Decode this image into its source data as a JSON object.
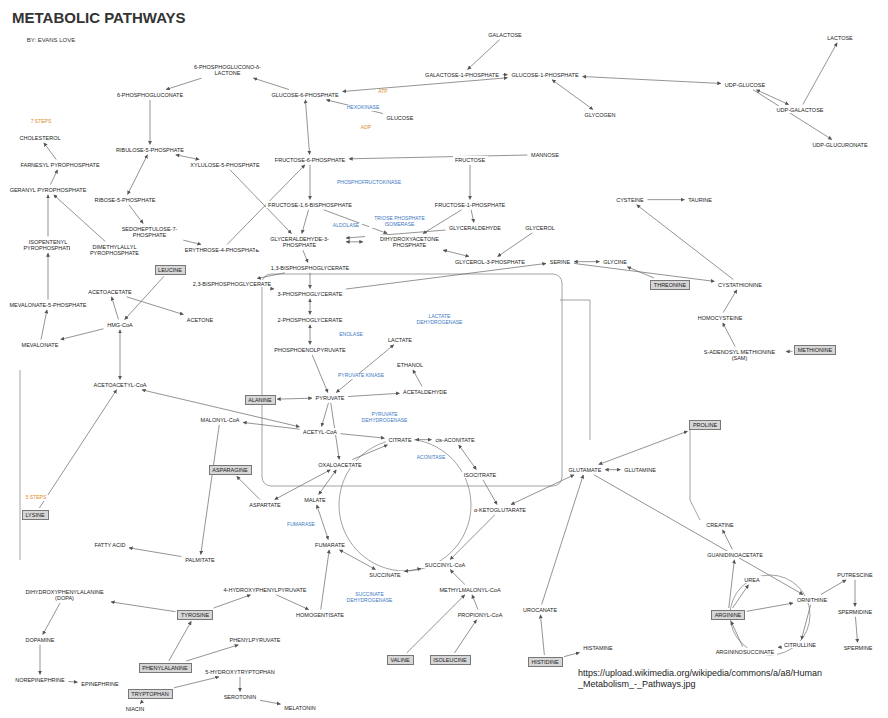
{
  "diagram": {
    "title": "METABOLIC PATHWAYS",
    "caption": "https://upload.wikimedia.org/wikipedia/commons/a/a8/Human _Metabolism_-_Pathways.jpg",
    "nodes": [
      {
        "text": [
          "GLUCOSE"
        ]
      },
      {
        "text": [
          "GLUCOSE-6-PHOSPHATE"
        ]
      },
      {
        "text": [
          "6-PHOSPHOGLUCONO-δ-LACTONE"
        ]
      },
      {
        "text": [
          "6-PHOSPHOGLUCONATE"
        ]
      },
      {
        "text": [
          "RIBULOSE-5-PHOSPHATE"
        ]
      },
      {
        "text": [
          "RIBOSE-5-PHOSPHATE"
        ]
      },
      {
        "text": [
          "XYLULOSE-5-PHOSPHATE"
        ]
      },
      {
        "text": [
          "SEDOHEPTULOSE-7-PHOSPHATE"
        ]
      },
      {
        "text": [
          "ERYTHROSE-4-PHOSPHATE"
        ]
      },
      {
        "text": [
          "FRUCTOSE-6-PHOSPHATE"
        ]
      },
      {
        "text": [
          "FRUCTOSE-1,6-BISPHOSPHATE"
        ]
      },
      {
        "text": [
          "GLYCERALDEHYDE-3-PHOSPHATE"
        ]
      },
      {
        "text": [
          "DIHYDROXYACETONE PHOSPHATE"
        ]
      },
      {
        "text": [
          "1,3-BISPHOSPHOGLYCERATE"
        ]
      },
      {
        "text": [
          "2,3-BISPHOSPHOGLYCERATE"
        ]
      },
      {
        "text": [
          "3-PHOSPHOGLYCERATE"
        ]
      },
      {
        "text": [
          "2-PHOSPHOGLYCERATE"
        ]
      },
      {
        "text": [
          "PHOSPHOENOLPYRUVATE"
        ]
      },
      {
        "text": [
          "PYRUVATE"
        ]
      },
      {
        "text": [
          "LACTATE"
        ]
      },
      {
        "text": [
          "ETHANOL"
        ]
      },
      {
        "text": [
          "ACETALDEHYDE"
        ]
      },
      {
        "text": [
          "ACETYL-CoA"
        ]
      },
      {
        "text": [
          "OXALOACETATE"
        ]
      },
      {
        "text": [
          "CITRATE"
        ]
      },
      {
        "text": [
          "cis-ACONITATE"
        ]
      },
      {
        "text": [
          "ISOCITRATE"
        ]
      },
      {
        "text": [
          "α-KETOGLUTARATE"
        ]
      },
      {
        "text": [
          "SUCCINYL-CoA"
        ]
      },
      {
        "text": [
          "SUCCINATE"
        ]
      },
      {
        "text": [
          "FUMARATE"
        ]
      },
      {
        "text": [
          "MALATE"
        ]
      },
      {
        "text": [
          "GALACTOSE"
        ]
      },
      {
        "text": [
          "GALACTOSE-1-PHOSPHATE"
        ]
      },
      {
        "text": [
          "GLUCOSE-1-PHOSPHATE"
        ]
      },
      {
        "text": [
          "UDP-GLUCOSE"
        ]
      },
      {
        "text": [
          "UDP-GALACTOSE"
        ]
      },
      {
        "text": [
          "LACTOSE"
        ]
      },
      {
        "text": [
          "UDP-GLUCURONATE"
        ]
      },
      {
        "text": [
          "GLYCOGEN"
        ]
      },
      {
        "text": [
          "FRUCTOSE"
        ]
      },
      {
        "text": [
          "MANNOSE"
        ]
      },
      {
        "text": [
          "FRUCTOSE-1-PHOSPHATE"
        ]
      },
      {
        "text": [
          "GLYCERALDEHYDE"
        ]
      },
      {
        "text": [
          "GLYCEROL"
        ]
      },
      {
        "text": [
          "GLYCEROL-3-PHOSPHATE"
        ]
      },
      {
        "text": [
          "SERINE"
        ]
      },
      {
        "text": [
          "GLYCINE"
        ]
      },
      {
        "text": [
          "CYSTEINE"
        ]
      },
      {
        "text": [
          "TAURINE"
        ]
      },
      {
        "text": [
          "THREONINE"
        ]
      },
      {
        "text": [
          "CYSTATHIONINE"
        ]
      },
      {
        "text": [
          "HOMOCYSTEINE"
        ]
      },
      {
        "text": [
          "S-ADENOSYL METHIONINE (SAM)"
        ]
      },
      {
        "text": [
          "METHIONINE"
        ]
      },
      {
        "text": [
          "ALANINE"
        ]
      },
      {
        "text": [
          "ASPARAGINE"
        ]
      },
      {
        "text": [
          "ASPARTATE"
        ]
      },
      {
        "text": [
          "MALONYL-CoA"
        ]
      },
      {
        "text": [
          "ACETOACETYL-CoA"
        ]
      },
      {
        "text": [
          "HMG-CoA"
        ]
      },
      {
        "text": [
          "ACETOACETATE"
        ]
      },
      {
        "text": [
          "ACETONE"
        ]
      },
      {
        "text": [
          "LEUCINE"
        ]
      },
      {
        "text": [
          "MEVALONATE"
        ]
      },
      {
        "text": [
          "MEVALONATE-5-PHOSPHATE"
        ]
      },
      {
        "text": [
          "ISOPENTENYL PYROPHOSPHATE"
        ]
      },
      {
        "text": [
          "DIMETHYLALLYL PYROPHOSPHATE"
        ]
      },
      {
        "text": [
          "GERANYL PYROPHOSPHATE"
        ]
      },
      {
        "text": [
          "FARNESYL PYROPHOSPHATE"
        ]
      },
      {
        "text": [
          "CHOLESTEROL"
        ]
      },
      {
        "text": [
          "FATTY ACID"
        ]
      },
      {
        "text": [
          "PALMITATE"
        ]
      },
      {
        "text": [
          "LYSINE"
        ]
      },
      {
        "text": [
          "PHENYLALANINE"
        ]
      },
      {
        "text": [
          "TYROSINE"
        ]
      },
      {
        "text": [
          "4-HYDROXYPHENYLPYRUVATE"
        ]
      },
      {
        "text": [
          "HOMOGENTISATE"
        ]
      },
      {
        "text": [
          "PHENYLPYRUVATE"
        ]
      },
      {
        "text": [
          "DIHYDROXYPHENYLALANINE (DOPA)"
        ]
      },
      {
        "text": [
          "DOPAMINE"
        ]
      },
      {
        "text": [
          "NOREPINEPHRINE"
        ]
      },
      {
        "text": [
          "EPINEPHRINE"
        ]
      },
      {
        "text": [
          "TRYPTOPHAN"
        ]
      },
      {
        "text": [
          "5-HYDROXYTRYPTOPHAN"
        ]
      },
      {
        "text": [
          "SEROTONIN"
        ]
      },
      {
        "text": [
          "MELATONIN"
        ]
      },
      {
        "text": [
          "NIACIN"
        ]
      },
      {
        "text": [
          "VALINE"
        ]
      },
      {
        "text": [
          "ISOLEUCINE"
        ]
      },
      {
        "text": [
          "PROPIONYL-CoA"
        ]
      },
      {
        "text": [
          "METHYLMALONYL-CoA"
        ]
      },
      {
        "text": [
          "HISTIDINE"
        ]
      },
      {
        "text": [
          "UROCANATE"
        ]
      },
      {
        "text": [
          "HISTAMINE"
        ]
      },
      {
        "text": [
          "GLUTAMATE"
        ]
      },
      {
        "text": [
          "GLUTAMINE"
        ]
      },
      {
        "text": [
          "PROLINE"
        ]
      },
      {
        "text": [
          "ORNITHINE"
        ]
      },
      {
        "text": [
          "CITRULLINE"
        ]
      },
      {
        "text": [
          "ARGININOSUCCINATE"
        ]
      },
      {
        "text": [
          "ARGININE"
        ]
      },
      {
        "text": [
          "UREA"
        ]
      },
      {
        "text": [
          "PUTRESCINE"
        ]
      },
      {
        "text": [
          "SPERMIDINE"
        ]
      },
      {
        "text": [
          "SPERMINE"
        ]
      },
      {
        "text": [
          "CREATINE"
        ]
      },
      {
        "text": [
          "GUANIDINOACETATE"
        ]
      }
    ],
    "edges": [
      {
        "from": 0,
        "to": 1,
        "arrow": "to"
      },
      {
        "from": 1,
        "to": 9,
        "arrow": "both"
      },
      {
        "from": 9,
        "to": 10,
        "arrow": "to"
      },
      {
        "from": 10,
        "to": 11,
        "arrow": "to"
      },
      {
        "from": 10,
        "to": 12,
        "arrow": "to"
      },
      {
        "from": 12,
        "to": 11,
        "arrow": "both"
      },
      {
        "from": 11,
        "to": 13,
        "arrow": "to"
      },
      {
        "from": 13,
        "to": 15,
        "arrow": "to"
      },
      {
        "from": 13,
        "to": 14,
        "arrow": "to"
      },
      {
        "from": 14,
        "to": 15,
        "arrow": "to"
      },
      {
        "from": 15,
        "to": 16,
        "arrow": "both"
      },
      {
        "from": 16,
        "to": 17,
        "arrow": "both"
      },
      {
        "from": 17,
        "to": 18,
        "arrow": "to"
      },
      {
        "from": 18,
        "to": 19,
        "arrow": "both"
      },
      {
        "from": 18,
        "to": 21,
        "arrow": "to"
      },
      {
        "from": 21,
        "to": 20,
        "arrow": "to"
      },
      {
        "from": 18,
        "to": 22,
        "arrow": "to"
      },
      {
        "from": 18,
        "to": 23,
        "arrow": "to"
      },
      {
        "from": 18,
        "to": 55,
        "arrow": "both"
      },
      {
        "from": 1,
        "to": 2,
        "arrow": "to"
      },
      {
        "from": 2,
        "to": 3,
        "arrow": "to"
      },
      {
        "from": 3,
        "to": 4,
        "arrow": "to"
      },
      {
        "from": 4,
        "to": 5,
        "arrow": "both"
      },
      {
        "from": 4,
        "to": 6,
        "arrow": "both"
      },
      {
        "from": 5,
        "to": 7,
        "arrow": "to"
      },
      {
        "from": 7,
        "to": 8,
        "arrow": "to"
      },
      {
        "from": 8,
        "to": 9,
        "arrow": "to"
      },
      {
        "from": 6,
        "to": 11,
        "arrow": "to"
      },
      {
        "from": 22,
        "to": 24,
        "arrow": "to"
      },
      {
        "from": 23,
        "to": 24,
        "arrow": "to"
      },
      {
        "from": 24,
        "to": 25,
        "arrow": "both"
      },
      {
        "from": 25,
        "to": 26,
        "arrow": "both"
      },
      {
        "from": 26,
        "to": 27,
        "arrow": "to"
      },
      {
        "from": 27,
        "to": 28,
        "arrow": "to"
      },
      {
        "from": 28,
        "to": 29,
        "arrow": "both"
      },
      {
        "from": 29,
        "to": 30,
        "arrow": "both"
      },
      {
        "from": 30,
        "to": 31,
        "arrow": "both"
      },
      {
        "from": 31,
        "to": 23,
        "arrow": "both"
      },
      {
        "from": 23,
        "to": 57,
        "arrow": "both"
      },
      {
        "from": 57,
        "to": 56,
        "arrow": "to"
      },
      {
        "from": 27,
        "to": 95,
        "arrow": "both"
      },
      {
        "from": 95,
        "to": 96,
        "arrow": "both"
      },
      {
        "from": 95,
        "to": 97,
        "arrow": "both"
      },
      {
        "from": 32,
        "to": 33,
        "arrow": "to"
      },
      {
        "from": 33,
        "to": 34,
        "arrow": "to"
      },
      {
        "from": 34,
        "to": 1,
        "arrow": "both"
      },
      {
        "from": 34,
        "to": 39,
        "arrow": "both"
      },
      {
        "from": 34,
        "to": 35,
        "arrow": "both"
      },
      {
        "from": 35,
        "to": 36,
        "arrow": "both"
      },
      {
        "from": 36,
        "to": 37,
        "arrow": "to"
      },
      {
        "from": 35,
        "to": 38,
        "arrow": "to"
      },
      {
        "from": 40,
        "to": 42,
        "arrow": "to"
      },
      {
        "from": 42,
        "to": 43,
        "arrow": "to"
      },
      {
        "from": 42,
        "to": 12,
        "arrow": "to"
      },
      {
        "from": 43,
        "to": 11,
        "arrow": "to"
      },
      {
        "from": 44,
        "to": 45,
        "arrow": "to"
      },
      {
        "from": 45,
        "to": 12,
        "arrow": "both"
      },
      {
        "from": 41,
        "to": 9,
        "arrow": "to"
      },
      {
        "from": 15,
        "to": 46,
        "arrow": "to"
      },
      {
        "from": 46,
        "to": 47,
        "arrow": "both"
      },
      {
        "from": 46,
        "to": 51,
        "arrow": "to"
      },
      {
        "from": 51,
        "to": 48,
        "arrow": "to"
      },
      {
        "from": 48,
        "to": 49,
        "arrow": "to"
      },
      {
        "from": 52,
        "to": 51,
        "arrow": "to"
      },
      {
        "from": 53,
        "to": 52,
        "arrow": "to"
      },
      {
        "from": 54,
        "to": 53,
        "arrow": "to"
      },
      {
        "from": 50,
        "to": 47,
        "arrow": "to"
      },
      {
        "from": 22,
        "to": 58,
        "arrow": "to"
      },
      {
        "from": 58,
        "to": 72,
        "arrow": "to"
      },
      {
        "from": 72,
        "to": 71,
        "arrow": "to"
      },
      {
        "from": 22,
        "to": 59,
        "arrow": "both"
      },
      {
        "from": 59,
        "to": 60,
        "arrow": "both"
      },
      {
        "from": 60,
        "to": 61,
        "arrow": "to"
      },
      {
        "from": 61,
        "to": 62,
        "arrow": "to"
      },
      {
        "from": 60,
        "to": 64,
        "arrow": "to"
      },
      {
        "from": 64,
        "to": 65,
        "arrow": "to"
      },
      {
        "from": 65,
        "to": 66,
        "arrow": "to"
      },
      {
        "from": 66,
        "to": 67,
        "arrow": "both"
      },
      {
        "from": 66,
        "to": 68,
        "arrow": "to"
      },
      {
        "from": 67,
        "to": 68,
        "arrow": "to"
      },
      {
        "from": 68,
        "to": 69,
        "arrow": "to"
      },
      {
        "from": 69,
        "to": 70,
        "arrow": "to"
      },
      {
        "from": 63,
        "to": 60,
        "arrow": "to"
      },
      {
        "from": 73,
        "to": 59,
        "arrow": "to"
      },
      {
        "from": 74,
        "to": 75,
        "arrow": "to"
      },
      {
        "from": 74,
        "to": 78,
        "arrow": "to"
      },
      {
        "from": 75,
        "to": 76,
        "arrow": "to"
      },
      {
        "from": 76,
        "to": 77,
        "arrow": "to"
      },
      {
        "from": 77,
        "to": 30,
        "arrow": "to"
      },
      {
        "from": 75,
        "to": 79,
        "arrow": "to"
      },
      {
        "from": 79,
        "to": 80,
        "arrow": "to"
      },
      {
        "from": 80,
        "to": 81,
        "arrow": "to"
      },
      {
        "from": 81,
        "to": 82,
        "arrow": "to"
      },
      {
        "from": 83,
        "to": 84,
        "arrow": "to"
      },
      {
        "from": 84,
        "to": 85,
        "arrow": "to"
      },
      {
        "from": 85,
        "to": 86,
        "arrow": "to"
      },
      {
        "from": 83,
        "to": 87,
        "arrow": "to"
      },
      {
        "from": 88,
        "to": 91,
        "arrow": "to"
      },
      {
        "from": 89,
        "to": 90,
        "arrow": "to"
      },
      {
        "from": 90,
        "to": 91,
        "arrow": "to"
      },
      {
        "from": 91,
        "to": 28,
        "arrow": "to"
      },
      {
        "from": 92,
        "to": 93,
        "arrow": "to"
      },
      {
        "from": 92,
        "to": 94,
        "arrow": "to"
      },
      {
        "from": 93,
        "to": 95,
        "arrow": "to"
      },
      {
        "from": 98,
        "to": 99,
        "arrow": "to"
      },
      {
        "from": 99,
        "to": 100,
        "arrow": "to"
      },
      {
        "from": 100,
        "to": 101,
        "arrow": "to"
      },
      {
        "from": 101,
        "to": 102,
        "arrow": "to"
      },
      {
        "from": 101,
        "to": 98,
        "arrow": "to"
      },
      {
        "from": 98,
        "to": 103,
        "arrow": "to"
      },
      {
        "from": 103,
        "to": 104,
        "arrow": "to"
      },
      {
        "from": 104,
        "to": 105,
        "arrow": "to"
      },
      {
        "from": 101,
        "to": 107,
        "arrow": "to"
      },
      {
        "from": 107,
        "to": 106,
        "arrow": "to"
      },
      {
        "from": 95,
        "to": 98,
        "arrow": "to"
      }
    ],
    "labels": [
      "BY: EVANS LOVE",
      "HEXOKINASE",
      "PHOSPHOFRUCTOKINASE",
      "ALDOLASE",
      "TRIOSE PHOSPHATE ISOMERASE",
      "ENOLASE",
      "PYRUVATE KINASE",
      "LACTATE DEHYDROGENASE",
      "PYRUVATE DEHYDROGENASE",
      "ACONITASE",
      "FUMARASE",
      "SUCCINATE DEHYDROGENASE",
      "ATP",
      "ADP",
      "7 STEPS",
      "5 STEPS"
    ]
  }
}
